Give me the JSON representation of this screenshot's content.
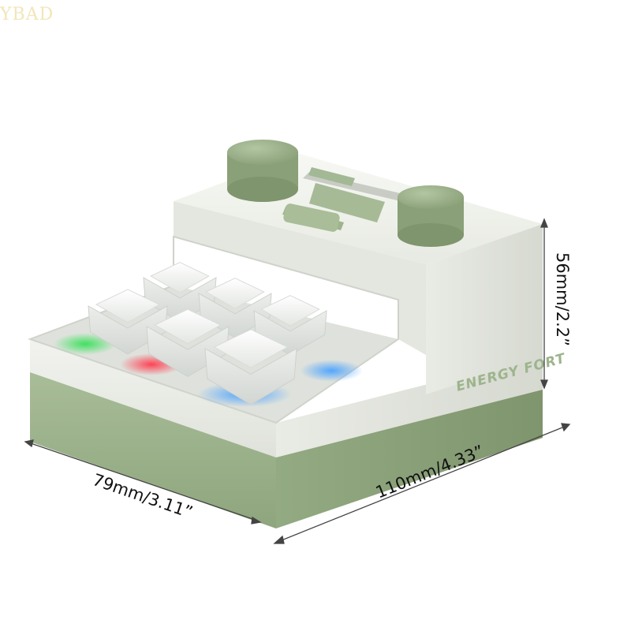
{
  "watermark": "YBAD",
  "brand_logo": "ENERGY FORT",
  "dimensions": {
    "height_label": "56mm/2.2”",
    "length_label": "110mm/4.33”",
    "width_label": "79mm/3.11”"
  },
  "colors": {
    "sage_green": "#9db48d",
    "sage_green_dark": "#83996f",
    "body_white": "#eef0ea",
    "led_green": "#38e05a",
    "led_red": "#ff3b4e",
    "led_blue": "#4aa3ff"
  }
}
